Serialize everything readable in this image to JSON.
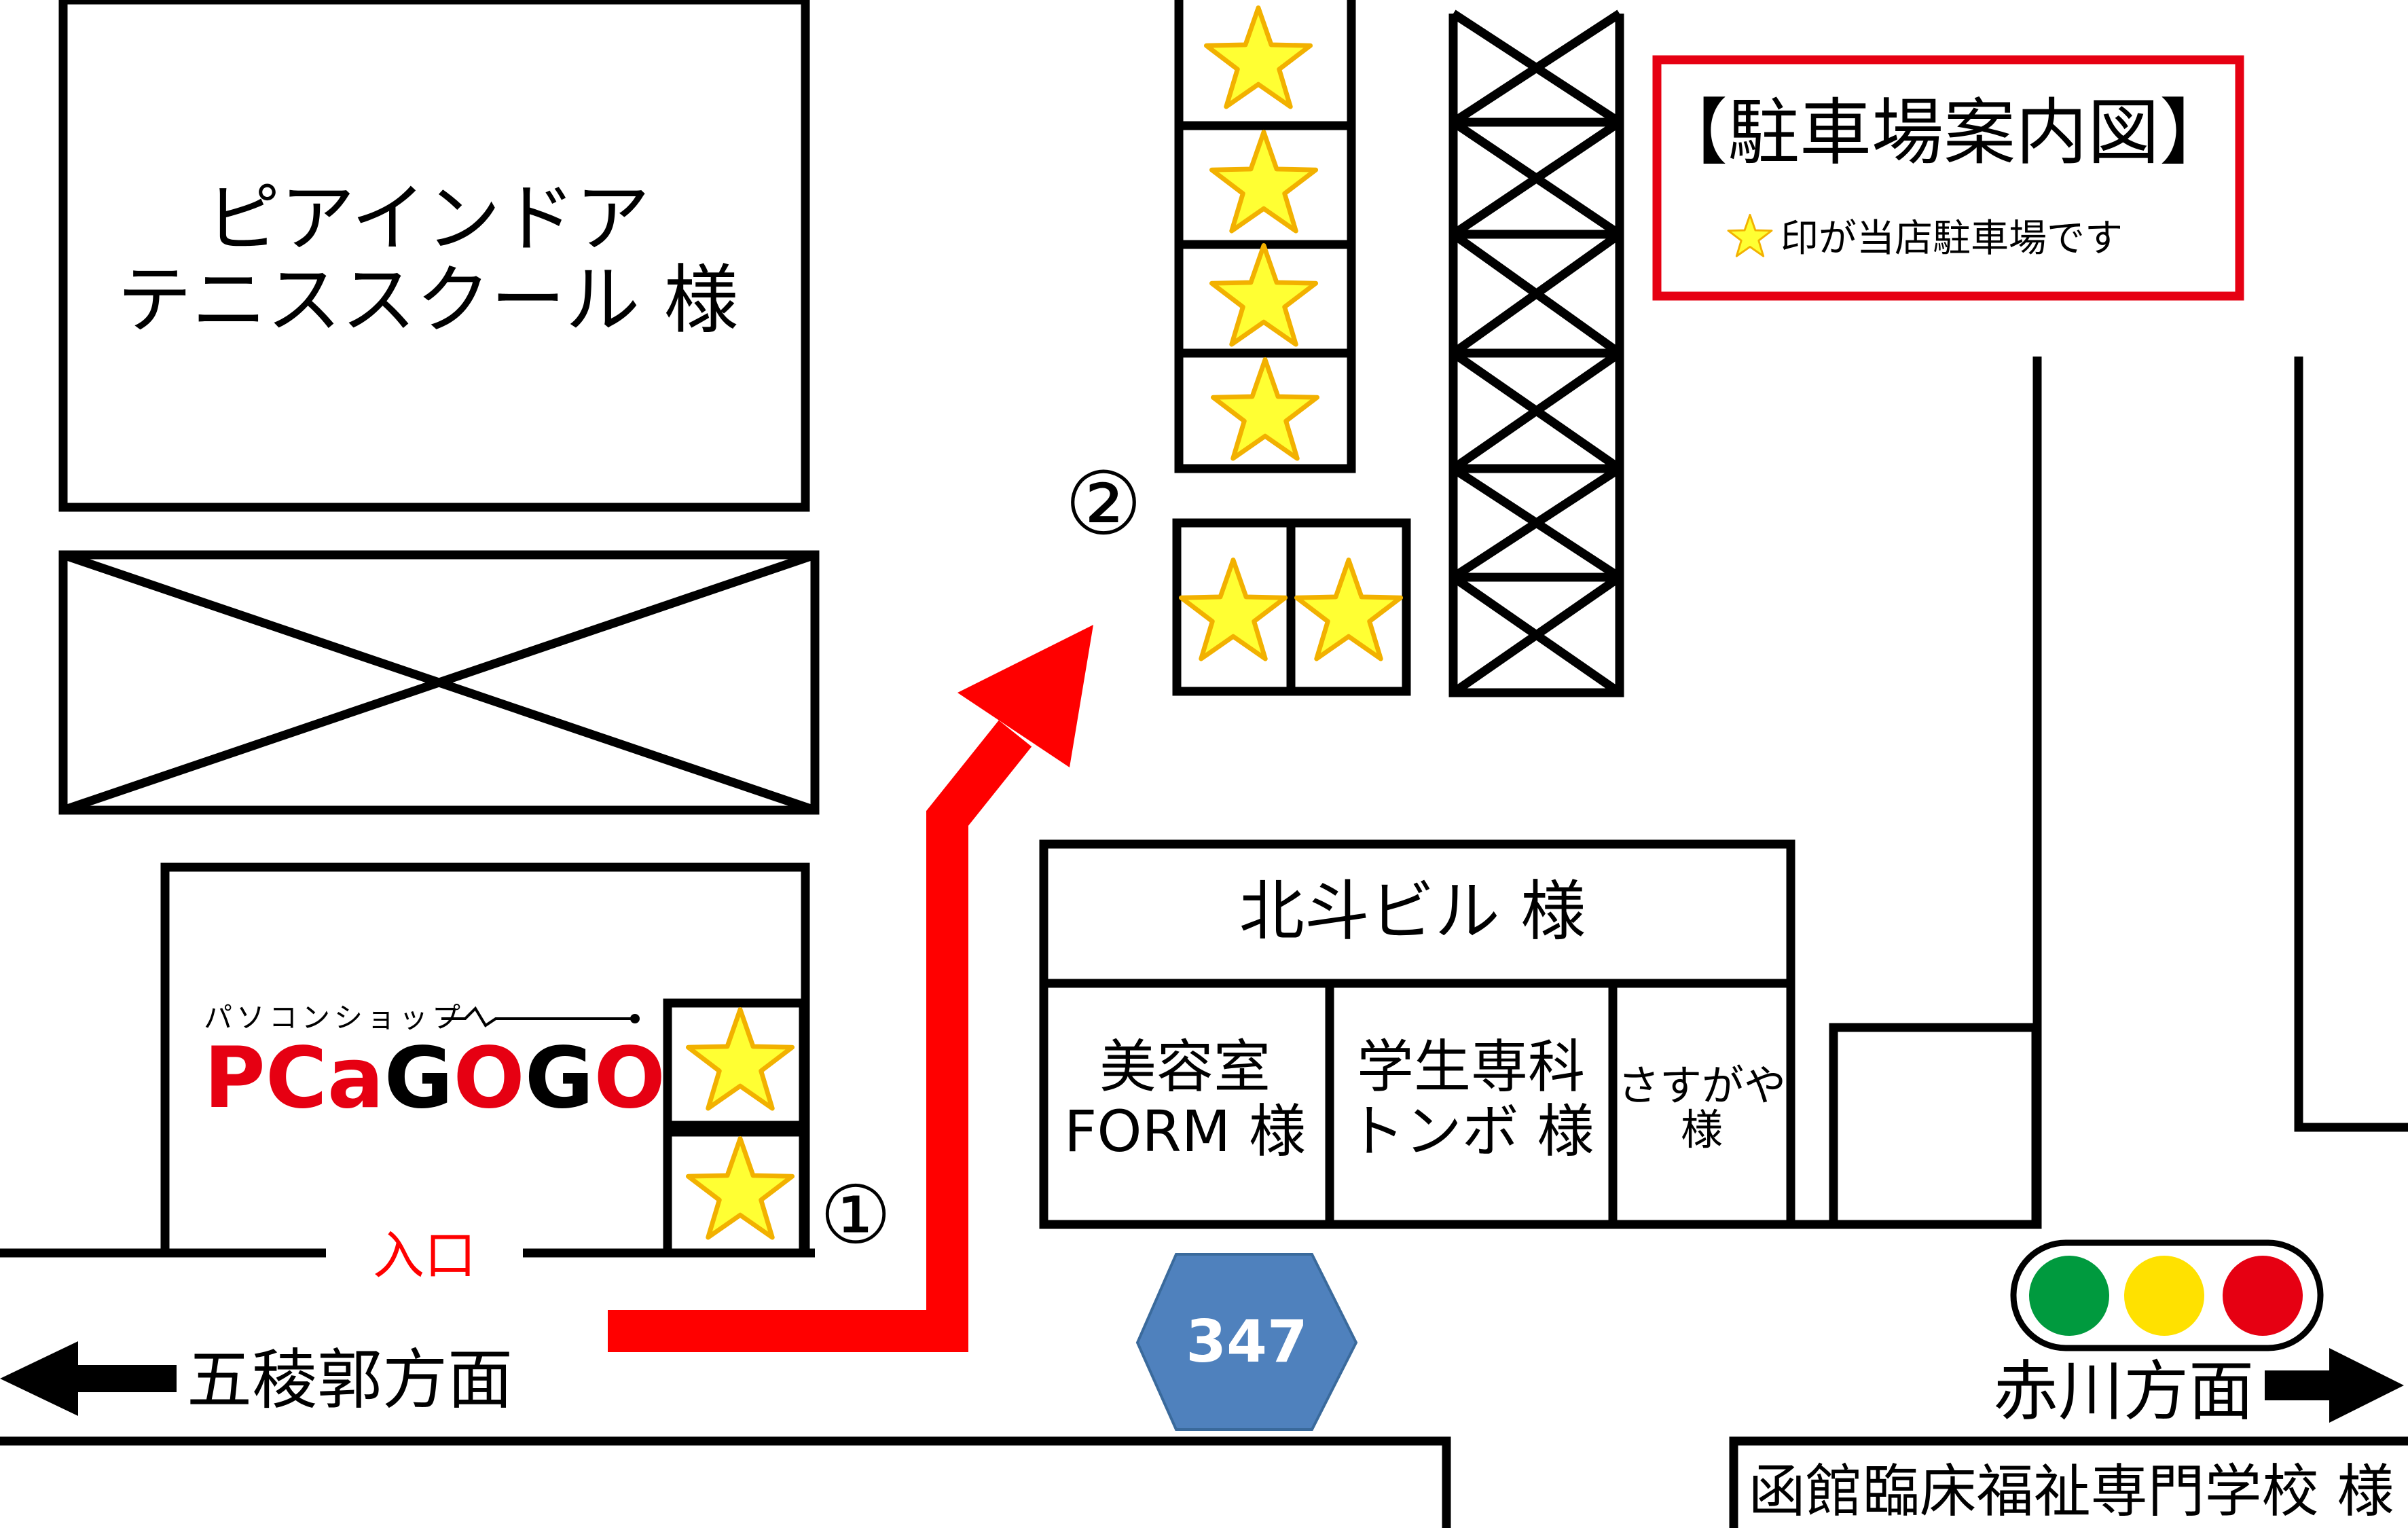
{
  "legend": {
    "title": "【駐車場案内図】",
    "note": "印が当店駐車場です",
    "border_color": "#e60012"
  },
  "buildings": {
    "tennis_line1": "ピアインドア",
    "tennis_line2": "テニススクール 様",
    "hokuto": "北斗ビル 様",
    "biyou_line1": "美容室",
    "biyou_line2": "FORM 様",
    "gakusei_line1": "学生専科",
    "gakusei_line2": "トンボ 様",
    "sasugaya_line1": "さすがや",
    "sasugaya_line2": "様",
    "hakodate_school": "函館臨床福祉専門学校 様"
  },
  "store": {
    "logo_kana": "パソコンショップ",
    "logo_word": "PCaGOGO",
    "entrance_label": "入口"
  },
  "markers": {
    "parking1": "①",
    "parking2": "②"
  },
  "roads": {
    "west": "五稜郭方面",
    "east": "赤川方面",
    "route_number": "347"
  },
  "colors": {
    "route_arrow": "#ff0000",
    "star_fill": "#ffff33",
    "star_stroke": "#f2b100",
    "route_sign": "#4f81bd",
    "signal_green": "#009a3e",
    "signal_yellow": "#ffe100",
    "signal_red": "#e60012"
  },
  "parking": {
    "star_count": 8
  }
}
